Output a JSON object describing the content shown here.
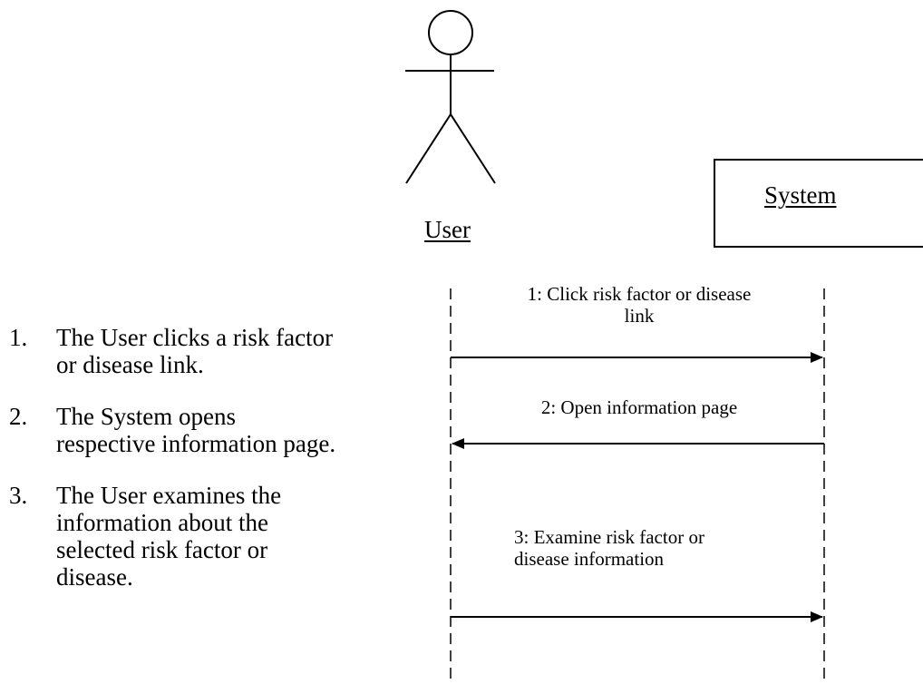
{
  "actor": {
    "name": "User"
  },
  "system": {
    "name": "System"
  },
  "messages": [
    {
      "number": "1:",
      "text_line1": "Click risk factor or disease",
      "text_line2": "link",
      "direction": "user-to-system"
    },
    {
      "number": "2:",
      "text_line1": "Open information page",
      "text_line2": "",
      "direction": "system-to-user"
    },
    {
      "number": "3:",
      "text_line1": "Examine risk factor or",
      "text_line2": "disease information",
      "direction": "user-to-system"
    }
  ],
  "steps": [
    {
      "num": "1.",
      "line1": "The User clicks a risk factor",
      "line2": "or disease link."
    },
    {
      "num": "2.",
      "line1": "The System opens",
      "line2": "respective information page."
    },
    {
      "num": "3.",
      "line1": "The User examines the",
      "line2": "information about the",
      "line3": "selected risk factor or",
      "line4": "disease."
    }
  ],
  "colors": {
    "line": "#000000",
    "background": "#ffffff"
  }
}
